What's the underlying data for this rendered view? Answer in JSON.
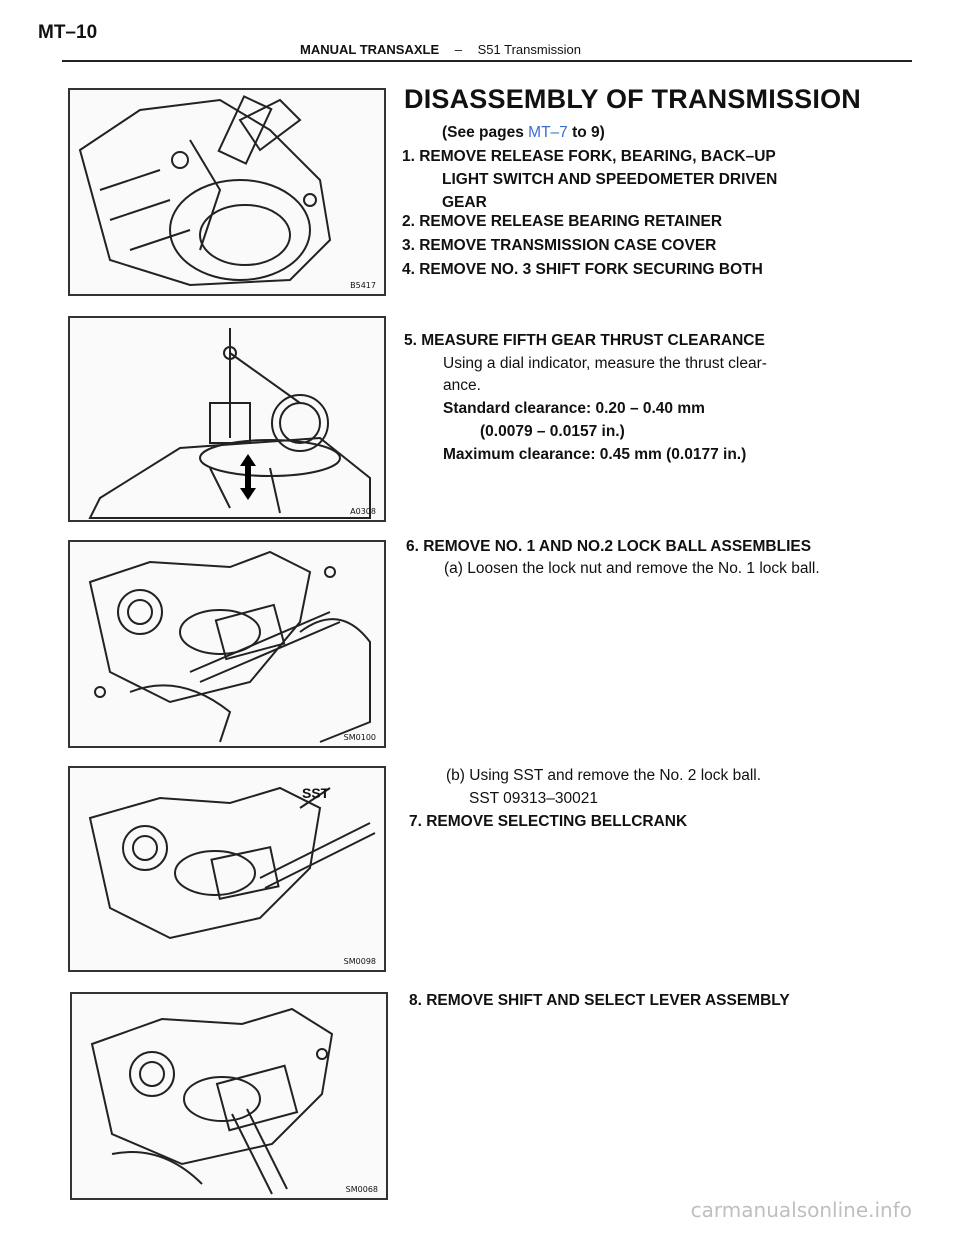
{
  "header": {
    "page_number": "MT–10",
    "section": "MANUAL TRANSAXLE",
    "separator": "–",
    "subsection": "S51 Transmission"
  },
  "title": "DISASSEMBLY OF TRANSMISSION",
  "see_pages": {
    "prefix": "(See pages ",
    "link": "MT–7",
    "suffix": " to 9)"
  },
  "steps": {
    "s1_line1": "1. REMOVE RELEASE FORK, BEARING, BACK–UP",
    "s1_line2": "LIGHT SWITCH AND SPEEDOMETER DRIVEN",
    "s1_line3": "GEAR",
    "s2": "2. REMOVE RELEASE BEARING RETAINER",
    "s3": "3. REMOVE TRANSMISSION CASE COVER",
    "s4": "4. REMOVE NO. 3 SHIFT FORK SECURING BOTH",
    "s5": "5. MEASURE FIFTH GEAR THRUST CLEARANCE",
    "s5_text1": "Using a dial indicator, measure the thrust clear-",
    "s5_text2": "ance.",
    "s5_std": "Standard clearance: 0.20 – 0.40 mm",
    "s5_std2": "(0.0079 – 0.0157 in.)",
    "s5_max": "Maximum clearance: 0.45 mm (0.0177 in.)",
    "s6": "6. REMOVE NO. 1 AND NO.2 LOCK BALL ASSEMBLIES",
    "s6_a": "(a) Loosen the lock nut and remove the No. 1 lock ball.",
    "s6_b": "(b) Using SST and remove the No. 2 lock ball.",
    "s6_sst": "SST  09313–30021",
    "s7": "7. REMOVE SELECTING BELLCRANK",
    "s8": "8. REMOVE SHIFT AND SELECT LEVER ASSEMBLY"
  },
  "figures": {
    "f1_code": "B5417",
    "f2_code": "A0308",
    "f3_code": "SM0100",
    "f4_code": "SM0098",
    "f4_label": "SST",
    "f5_code": "SM0068"
  },
  "watermark": "carmanualsonline.info"
}
